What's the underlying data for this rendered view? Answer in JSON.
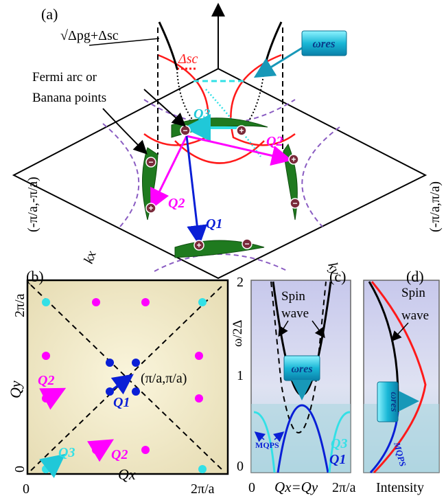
{
  "panel_a": {
    "label": "(a)",
    "sqrt_label": "√Δpg+Δsc",
    "delta_sc": "Δsc",
    "omega_res": "ωres",
    "fermi_arc_line1": "Fermi arc or",
    "fermi_arc_line2": "Banana points",
    "q1": "Q1",
    "q2": "Q2",
    "q3": "Q3",
    "kx": "kx",
    "ky": "ky",
    "corner_left": "(-π/a,-π/a)",
    "corner_right": "(-π/a,π/a)"
  },
  "panel_b": {
    "label": "(b)",
    "y_tick_top": "2π/a",
    "y_tick_bottom": "0",
    "x_tick_left": "0",
    "x_tick_right": "2π/a",
    "xlabel": "Qx",
    "ylabel": "Qy",
    "center_label": "(π/a,π/a)",
    "q1": "Q1",
    "q2": "Q2",
    "q3": "Q3"
  },
  "panel_c": {
    "label": "(c)",
    "ylabel": "ω/2Δ",
    "y_ticks": [
      "2",
      "1",
      "0"
    ],
    "x_tick_left": "0",
    "x_tick_right": "2π/a",
    "xlabel": "Qx=Qy",
    "spin_wave_line1": "Spin",
    "spin_wave_line2": "wave",
    "omega_res": "ωres",
    "mqps": "MQPS",
    "q1": "Q1",
    "q3": "Q3"
  },
  "panel_d": {
    "label": "(d)",
    "spin_wave_line1": "Spin",
    "spin_wave_line2": "wave",
    "omega_res": "ωres",
    "mqps": "MQPS",
    "xlabel": "Intensity"
  },
  "colors": {
    "green": "#1f7a1f",
    "magenta": "#ff00ff",
    "blue": "#0a1fd6",
    "cyan": "#33e0e6",
    "red": "#ff1a1a",
    "purple_dash": "#8a5cc2",
    "panel_b_bg": "#f3ecc9",
    "panel_cd_bg": "#c9cbe8"
  }
}
